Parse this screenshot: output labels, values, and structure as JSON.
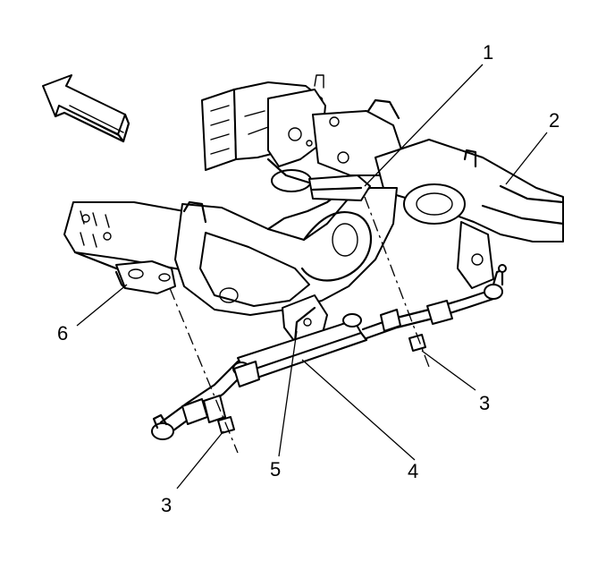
{
  "callouts": {
    "c1": "1",
    "c2": "2",
    "c3a": "3",
    "c3b": "3",
    "c4": "4",
    "c5": "5",
    "c6": "6"
  },
  "colors": {
    "ink": "#000000",
    "paper": "#ffffff"
  }
}
